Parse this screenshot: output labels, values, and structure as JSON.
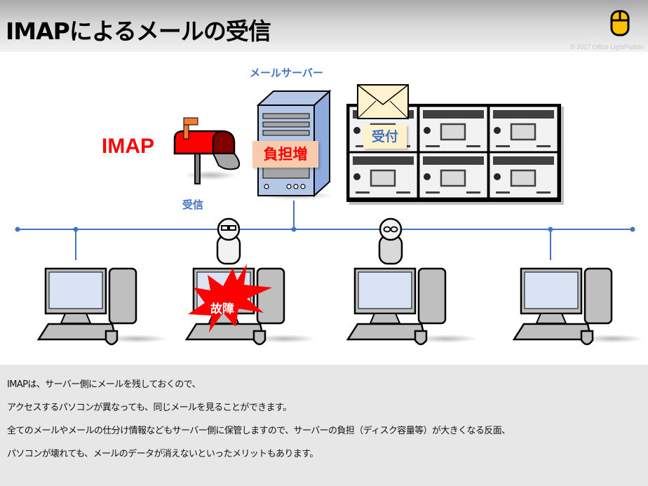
{
  "header": {
    "title": "IMAPによるメールの受信",
    "copyright": "© 2017 Office LightPaddle",
    "logo_icon": "mouse-icon"
  },
  "diagram": {
    "server_label": "メールサーバー",
    "protocol_label": "IMAP",
    "receive_label": "受信",
    "server_load_badge": "負担増",
    "accept_badge": "受付",
    "failure_label": "故障",
    "colors": {
      "network_line": "#4472c4",
      "protocol_text": "#ff0000",
      "label_text": "#4472c4",
      "load_badge_bg": "#f8cbad",
      "accept_badge_bg": "#fff2cc",
      "failure_burst": "#ff0000",
      "mailbox_red": "#ff0000",
      "mailbox_dark": "#7f0000",
      "mailbox_flag": "#ed7d31",
      "server_body": "#b4c7e7",
      "screen": "#dae3f3",
      "logo_yellow": "#ffc000"
    },
    "icons": [
      "mailbox-icon",
      "server-icon",
      "envelope-icon",
      "storage-rack-icon",
      "user-icon",
      "computer-icon",
      "burst-icon"
    ]
  },
  "description": {
    "lines": [
      "IMAPは、サーバー側にメールを残しておくので、",
      "アクセスするパソコンが異なっても、同じメールを見ることができます。",
      "全てのメールやメールの仕分け情報などもサーバー側に保管しますので、サーバーの負担（ディスク容量等）が大きくなる反面、",
      "パソコンが壊れても、メールのデータが消えないといったメリットもあります。"
    ]
  }
}
